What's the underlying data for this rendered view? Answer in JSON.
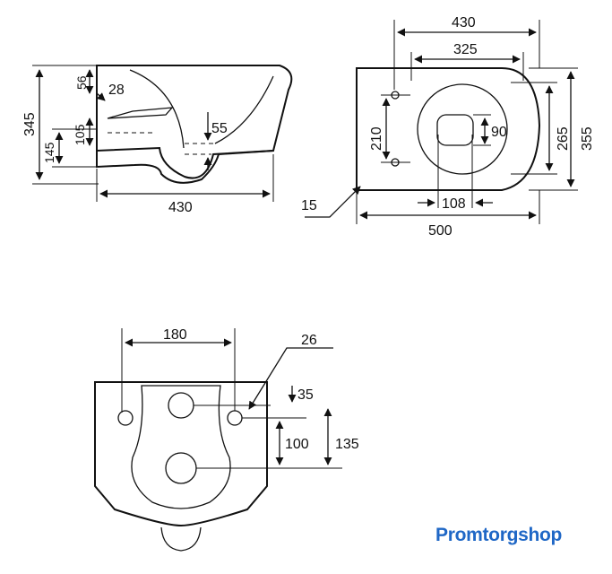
{
  "side_view": {
    "dims": {
      "height_total": "345",
      "height_outlet": "145",
      "d56": "56",
      "d28": "28",
      "d105": "105",
      "d55": "55",
      "length": "430"
    }
  },
  "top_view": {
    "dims": {
      "inner_length": "430",
      "seat_length": "325",
      "mount_spacing": "210",
      "bowl_width": "265",
      "overall_width": "355",
      "outlet_dia": "90",
      "outlet_offset": "108",
      "overall_length": "500",
      "wall_gap": "15"
    }
  },
  "rear_view": {
    "dims": {
      "hole_spacing": "180",
      "hole_dia": "26",
      "d35": "35",
      "d100": "100",
      "d135": "135"
    }
  },
  "brand": {
    "part1": "Promtorg",
    "part2": "shop"
  }
}
